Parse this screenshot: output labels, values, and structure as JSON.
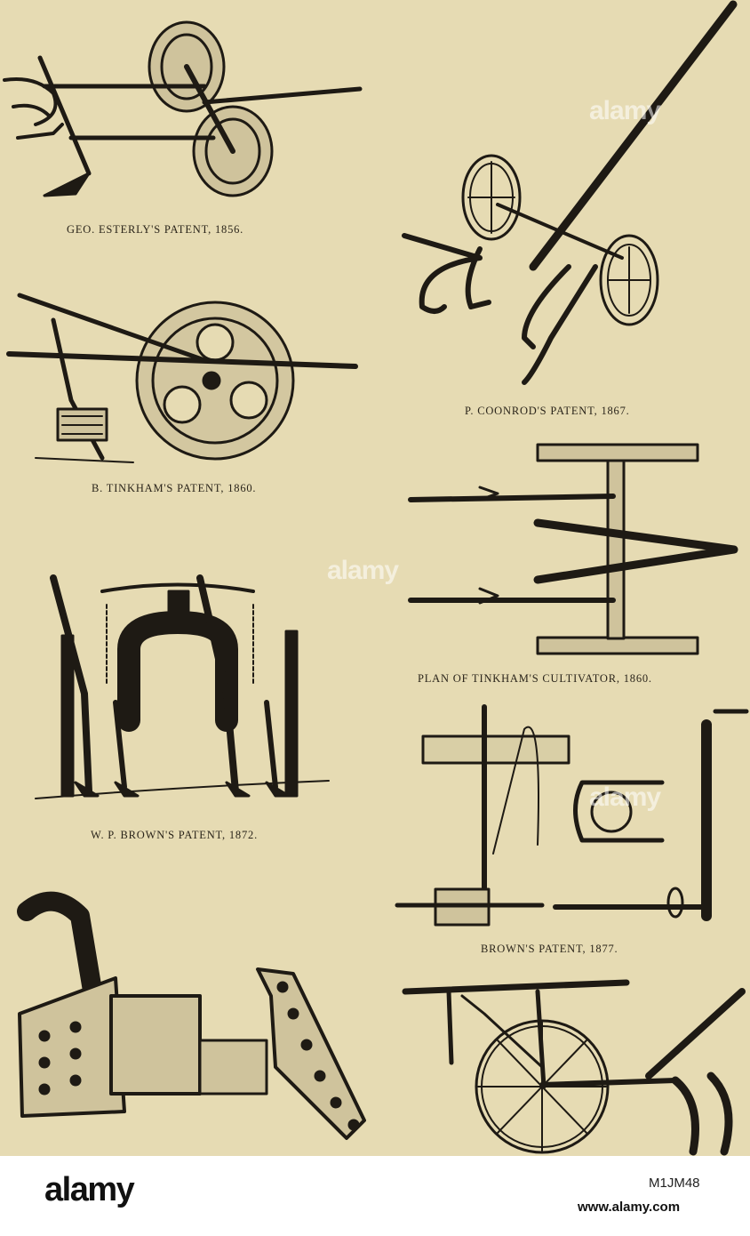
{
  "captions": {
    "esterly": "GEO. ESTERLY'S PATENT, 1856.",
    "coonrod": "P. COONROD'S PATENT, 1867.",
    "tinkham": "B. TINKHAM'S PATENT, 1860.",
    "plan": "PLAN OF TINKHAM'S CULTIVATOR, 1860.",
    "brown_wp": "W. P. BROWN'S PATENT, 1872.",
    "brown": "BROWN'S PATENT, 1877."
  },
  "watermark": {
    "text": "alamy"
  },
  "footer": {
    "logo": "alamy",
    "image_id": "M1JM48",
    "site": "www.alamy.com"
  },
  "colors": {
    "paper": "#e6dbb3",
    "ink": "#2a241a",
    "footer_bg": "#ffffff"
  }
}
